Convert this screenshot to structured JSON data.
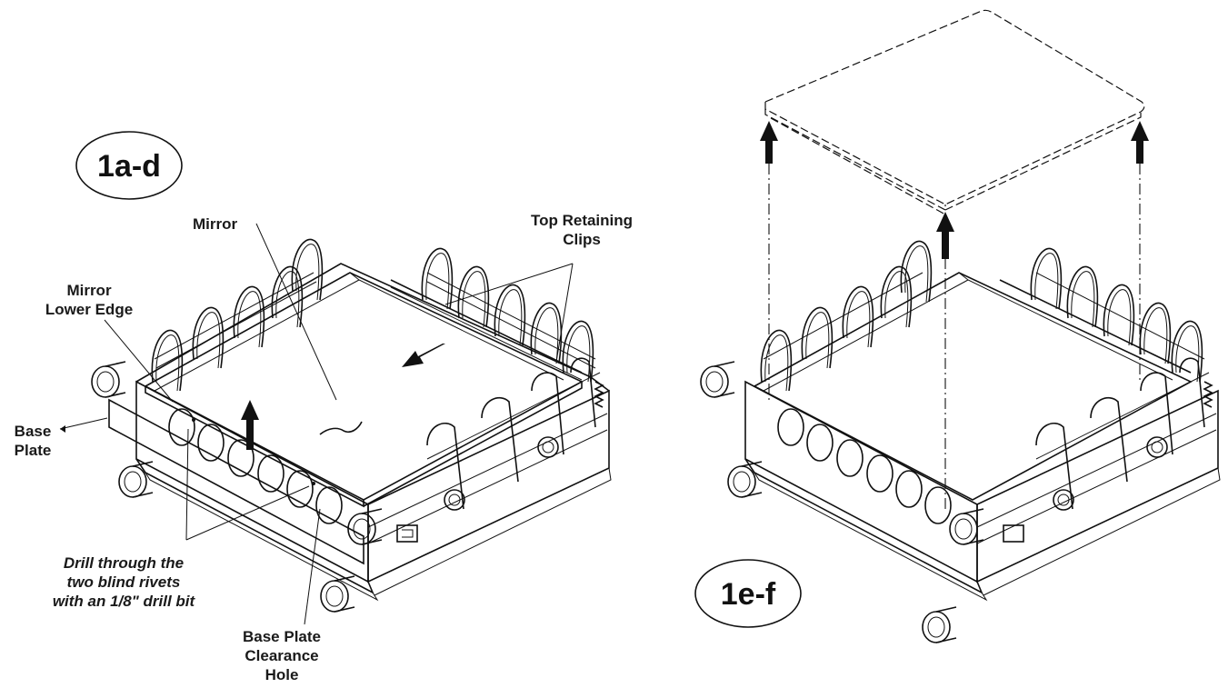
{
  "figure_left": {
    "badge": "1a-d",
    "labels": {
      "mirror": "Mirror",
      "top_clips": [
        "Top Retaining",
        "Clips"
      ],
      "mirror_lower_edge": [
        "Mirror",
        "Lower Edge"
      ],
      "base_plate": [
        "Base",
        "Plate"
      ],
      "drill_note": [
        "Drill through the",
        "two blind rivets",
        "with an 1/8\" drill bit"
      ],
      "clearance_hole": [
        "Base Plate",
        "Clearance",
        "Hole"
      ]
    }
  },
  "figure_right": {
    "badge": "1e-f"
  },
  "colors": {
    "ink": "#111111",
    "background": "#ffffff"
  }
}
